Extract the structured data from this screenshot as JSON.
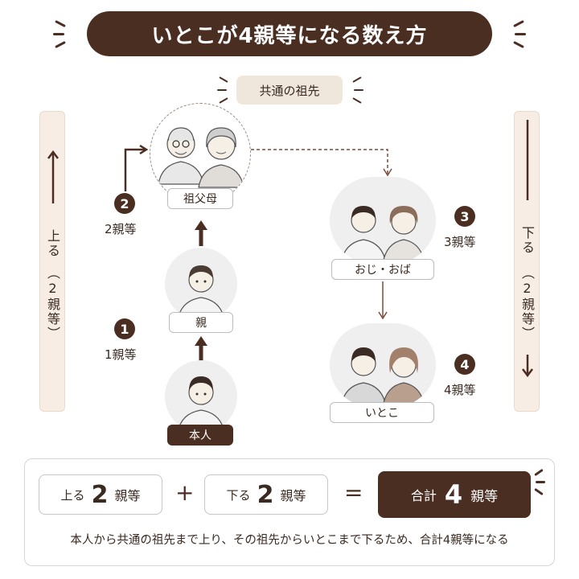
{
  "title": "いとこが4親等になる数え方",
  "common_ancestor_label": "共通の祖先",
  "left_bar": {
    "direction": "上る",
    "count": "（2親等）"
  },
  "right_bar": {
    "direction": "下る",
    "count": "（2親等）"
  },
  "people": {
    "grandparents": "祖父母",
    "parent": "親",
    "self": "本人",
    "uncle_aunt": "おじ・おば",
    "cousin": "いとこ"
  },
  "steps": [
    {
      "number": "1",
      "degree": "1親等"
    },
    {
      "number": "2",
      "degree": "2親等"
    },
    {
      "number": "3",
      "degree": "3親等"
    },
    {
      "number": "4",
      "degree": "4親等"
    }
  ],
  "equation": {
    "up_label": "上る",
    "up_value": "2",
    "up_unit": "親等",
    "plus": "+",
    "down_label": "下る",
    "down_value": "2",
    "down_unit": "親等",
    "equals": "=",
    "total_label": "合計",
    "total_value": "4",
    "total_unit": "親等"
  },
  "footnote": "本人から共通の祖先まで上り、その祖先からいとこまで下るため、合計4親等になる",
  "colors": {
    "accent": "#4b2e22",
    "arrow_light": "#7a4a36",
    "bar_bg": "#f7ede4",
    "label_bg": "#efe6dc"
  }
}
